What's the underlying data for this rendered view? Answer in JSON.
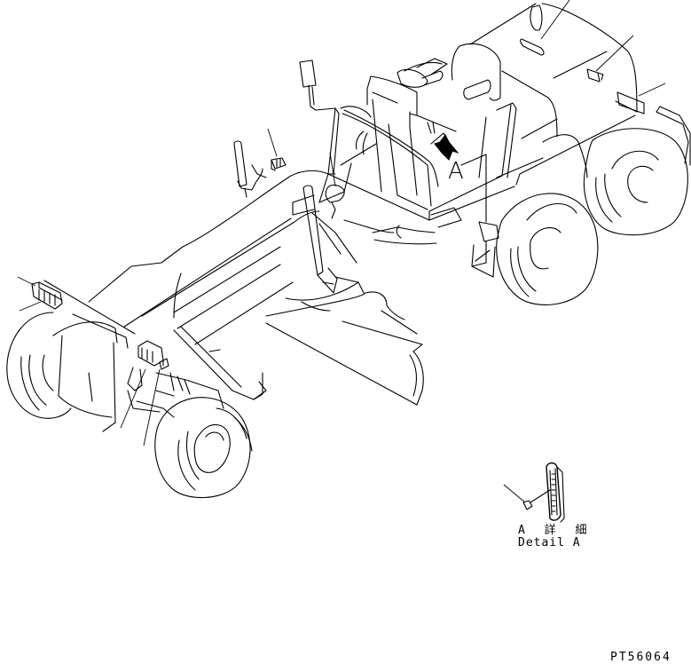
{
  "figure": {
    "subject": "motor grader line drawing with label/decal locations",
    "view_marker": "A",
    "detail_caption_jp": "A 詳 細",
    "detail_caption_en": "Detail A",
    "drawing_number": "PT56064",
    "line_color": "#000000",
    "background_color": "#ffffff"
  },
  "callouts": [
    {
      "id": "c1",
      "target": "cab-roof-upper-label"
    },
    {
      "id": "c2",
      "target": "cab-roof-side-label"
    },
    {
      "id": "c3",
      "target": "cab-rear-label"
    },
    {
      "id": "c4",
      "target": "frame-front-top-label"
    },
    {
      "id": "c5",
      "target": "lift-cylinder-label"
    },
    {
      "id": "c6",
      "target": "front-left-bracket-label-a"
    },
    {
      "id": "c7",
      "target": "front-left-bracket-label-b"
    },
    {
      "id": "c8",
      "target": "front-center-label-a"
    },
    {
      "id": "c9",
      "target": "front-center-label-b"
    },
    {
      "id": "c10",
      "target": "detail-a-connector"
    }
  ]
}
